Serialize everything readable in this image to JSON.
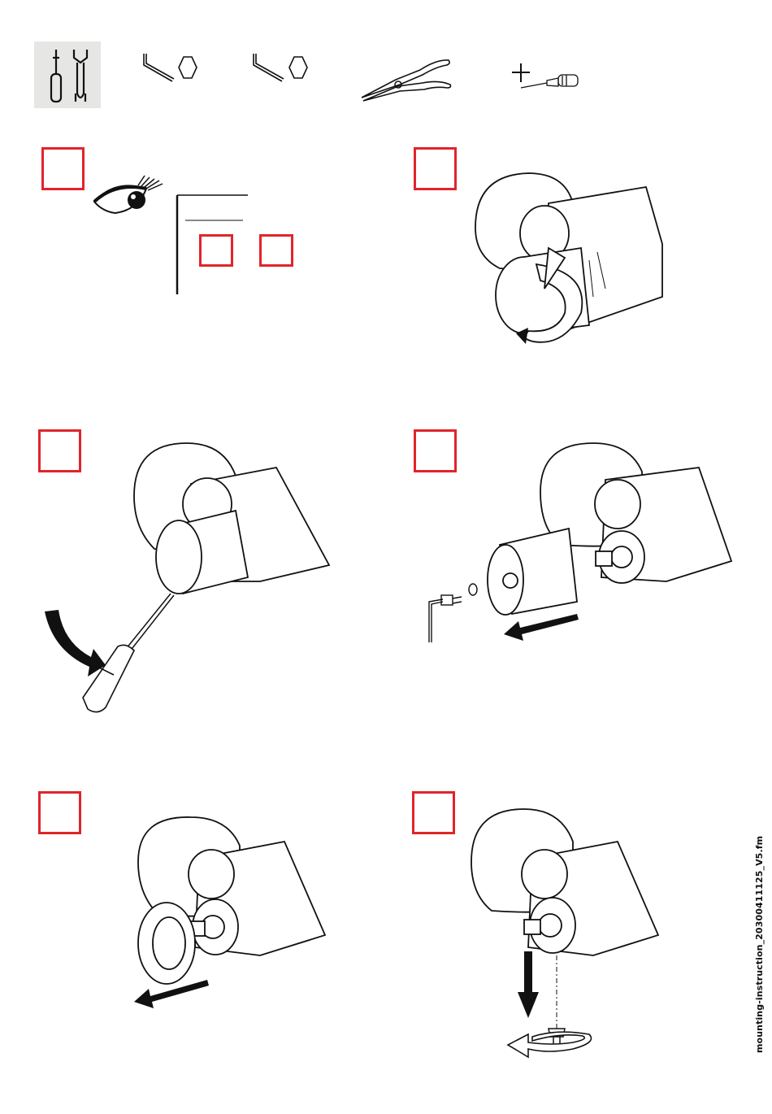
{
  "footer": {
    "filename": "mounting-instruction_20300411125_V5.fm"
  },
  "tools": [
    {
      "icon": "tools-icon"
    },
    {
      "icon": "hex-key-icon"
    },
    {
      "icon": "hex-key-icon"
    },
    {
      "icon": "pliers-icon"
    },
    {
      "icon": "phillips-screwdriver-icon"
    }
  ],
  "steps": [
    {
      "icon": "inspect-eye-icon"
    },
    {
      "icon": "rotate-handle-illustration"
    },
    {
      "icon": "pry-cap-illustration"
    },
    {
      "icon": "remove-handle-illustration"
    },
    {
      "icon": "remove-ring-illustration"
    },
    {
      "icon": "remove-screw-illustration"
    }
  ],
  "colors": {
    "step_box": "#e0252a",
    "tool_bg": "#e6e6e4",
    "line": "#111111"
  }
}
